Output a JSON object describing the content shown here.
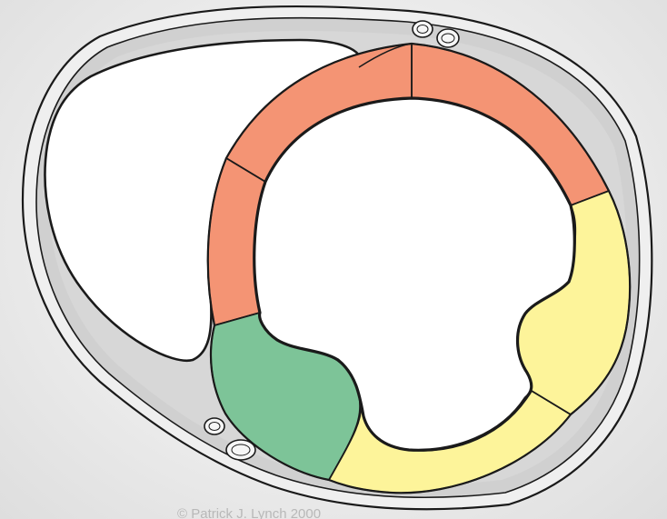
{
  "diagram": {
    "credit": "© Patrick J. Lynch 2000"
  },
  "colors": {
    "background": "#ececec",
    "pericardium": "#efefef",
    "pericardial_space": "#cfcfcf",
    "outline": "#1a1a1a",
    "cavity": "#ffffff",
    "segment_salmon": "#f49474",
    "segment_green": "#7dc498",
    "segment_yellow": "#fdf49a"
  },
  "segments": [
    {
      "name": "left-ventricle-anterior-wall",
      "color": "salmon"
    },
    {
      "name": "left-ventricle-anterolateral-wall",
      "color": "salmon"
    },
    {
      "name": "left-ventricle-anterior-septum",
      "color": "salmon"
    },
    {
      "name": "left-ventricle-inferior-septum",
      "color": "green"
    },
    {
      "name": "left-ventricle-inferior-wall",
      "color": "yellow"
    },
    {
      "name": "left-ventricle-inferolateral-wall",
      "color": "yellow"
    }
  ],
  "icons": [
    "coronary-vessel-icon"
  ]
}
